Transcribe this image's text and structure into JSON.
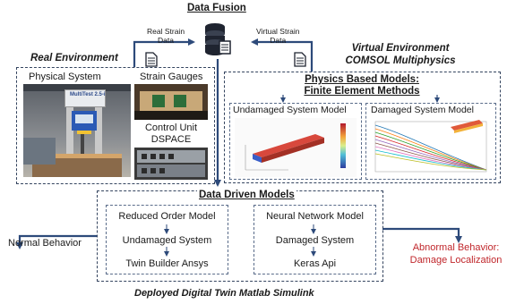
{
  "title": "Data Fusion",
  "real_strain_label": [
    "Real Strain",
    "Data"
  ],
  "virtual_strain_label": [
    "Virtual Strain",
    "Data"
  ],
  "real_env": {
    "title": "Real Environment",
    "physical_system": "Physical System",
    "strain_gauges": "Strain Gauges",
    "control_unit": [
      "Control Unit",
      "DSPACE"
    ],
    "device_label": "MultiTest 2.5-i"
  },
  "virtual_env": {
    "title": [
      "Virtual Environment",
      "COMSOL Multiphysics"
    ],
    "physics_title": [
      "Physics Based Models:",
      "Finite Element Methods"
    ],
    "undamaged_model": "Undamaged System Model",
    "damaged_model": "Damaged System Model"
  },
  "data_driven": {
    "title": "Data Driven Models",
    "left": [
      "Reduced Order Model",
      "Undamaged System",
      "Twin Builder Ansys"
    ],
    "right": [
      "Neural Network Model",
      "Damaged System",
      "Keras Api"
    ]
  },
  "normal_behavior": "Normal Behavior",
  "abnormal_behavior": [
    "Abnormal Behavior:",
    "Damage Localization"
  ],
  "footer": "Deployed Digital Twin Matlab Simulink",
  "colors": {
    "arrow": "#2d4a7a",
    "abnormal": "#c0262b",
    "box": "#34445f"
  }
}
